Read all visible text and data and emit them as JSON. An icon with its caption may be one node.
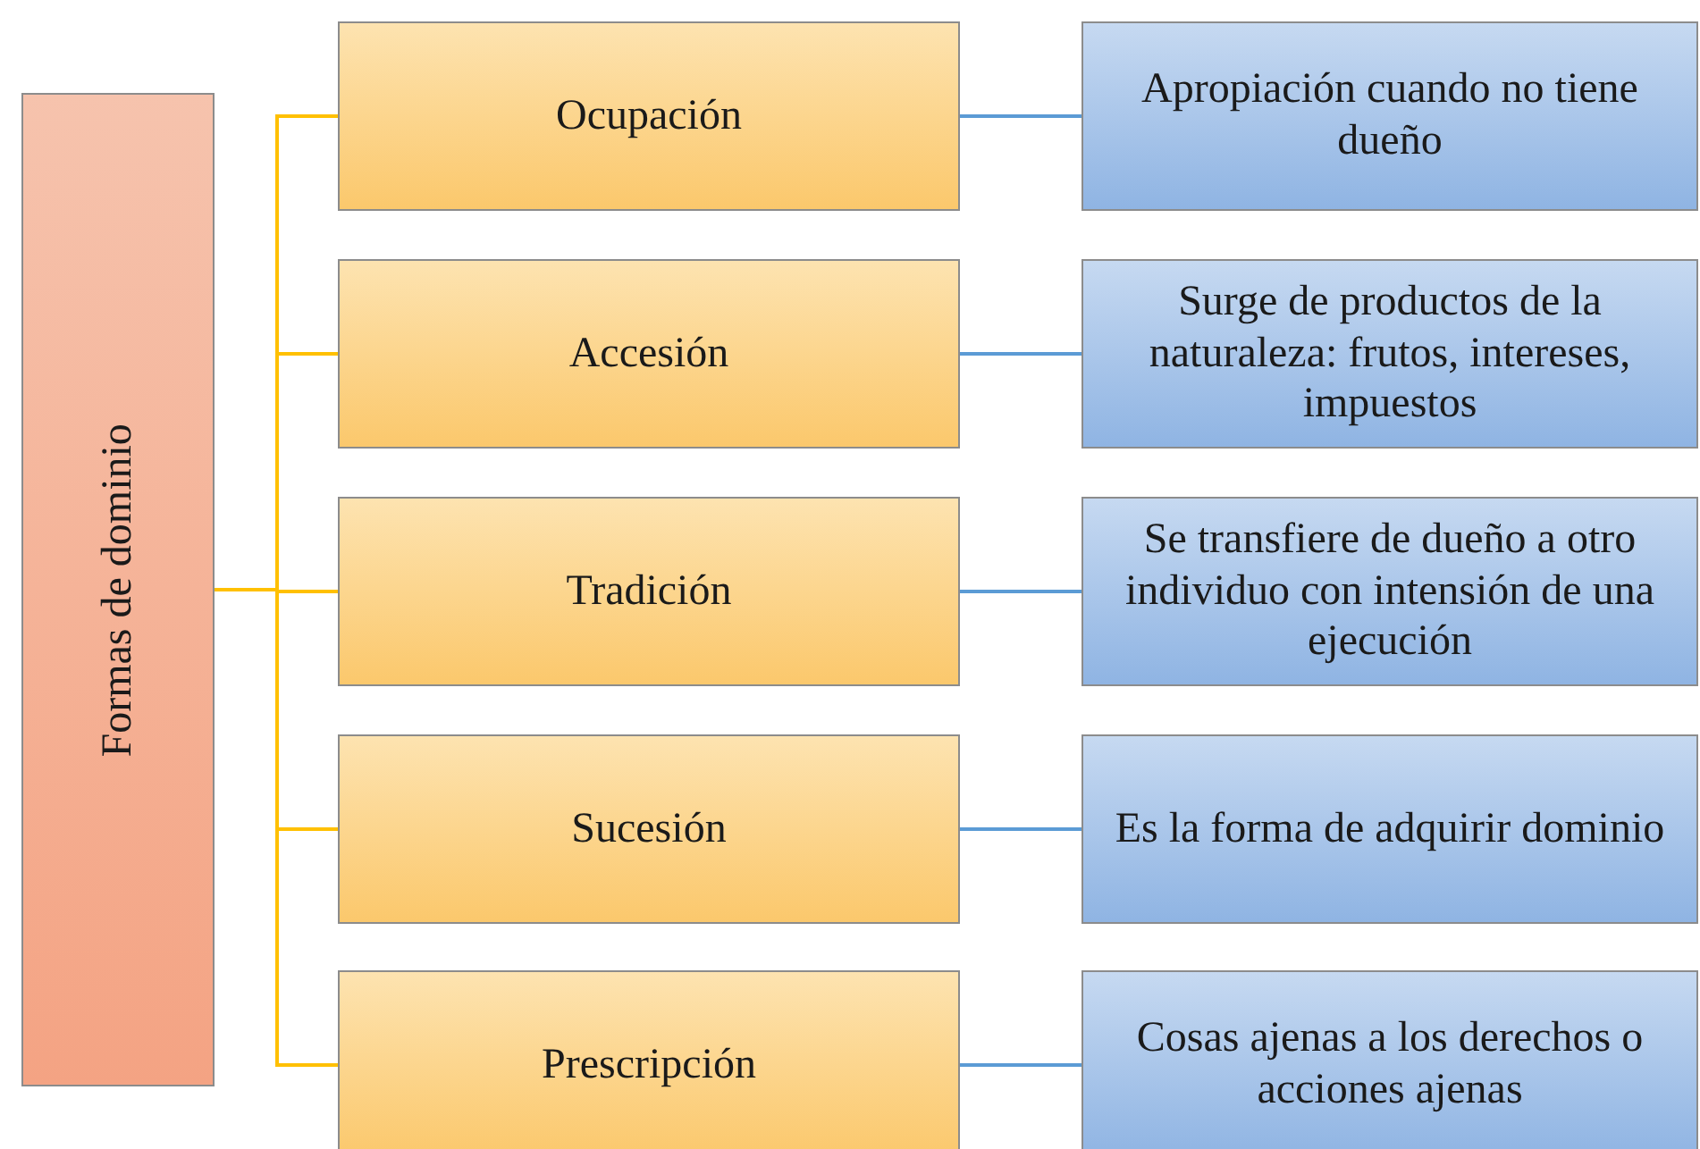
{
  "diagram": {
    "nodes": [
      {
        "text": [
          "Formas de dominio"
        ]
      },
      {
        "text": [
          "Ocupación"
        ]
      },
      {
        "text": [
          "Accesión"
        ]
      },
      {
        "text": [
          "Tradición"
        ]
      },
      {
        "text": [
          "Sucesión"
        ]
      },
      {
        "text": [
          "Prescripción"
        ]
      },
      {
        "text": [
          "Apropiación cuando no tiene dueño"
        ]
      },
      {
        "text": [
          "Surge de productos de la naturaleza: frutos, intereses, impuestos"
        ]
      },
      {
        "text": [
          "Se transfiere de dueño a otro individuo con intensión de una ejecución"
        ]
      },
      {
        "text": [
          "Es la forma de adquirir dominio"
        ]
      },
      {
        "text": [
          "Cosas ajenas a los derechos o acciones ajenas"
        ]
      }
    ],
    "edges": [
      {
        "from": 0,
        "to": 1,
        "arrow": "none",
        "color": "#ffc000"
      },
      {
        "from": 0,
        "to": 2,
        "arrow": "none",
        "color": "#ffc000"
      },
      {
        "from": 0,
        "to": 3,
        "arrow": "none",
        "color": "#ffc000"
      },
      {
        "from": 0,
        "to": 4,
        "arrow": "none",
        "color": "#ffc000"
      },
      {
        "from": 0,
        "to": 5,
        "arrow": "none",
        "color": "#ffc000"
      },
      {
        "from": 1,
        "to": 6,
        "arrow": "none",
        "color": "#5b9bd5"
      },
      {
        "from": 2,
        "to": 7,
        "arrow": "none",
        "color": "#5b9bd5"
      },
      {
        "from": 3,
        "to": 8,
        "arrow": "none",
        "color": "#5b9bd5"
      },
      {
        "from": 4,
        "to": 9,
        "arrow": "none",
        "color": "#5b9bd5"
      },
      {
        "from": 5,
        "to": 10,
        "arrow": "none",
        "color": "#5b9bd5"
      }
    ]
  }
}
